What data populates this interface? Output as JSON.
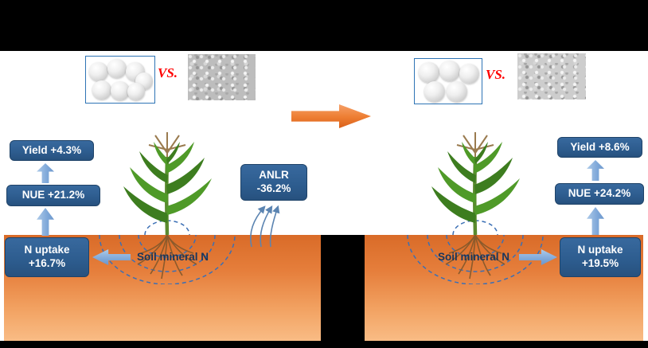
{
  "figure": {
    "left_panel": {
      "vs_label": "VS.",
      "yield_label": "Yield +4.3%",
      "nue_label": "NUE +21.2%",
      "n_uptake_line1": "N uptake",
      "n_uptake_line2": "+16.7%",
      "anlr_line1": "ANLR",
      "anlr_line2": "-36.2%",
      "soil_label": "Soil mineral N"
    },
    "right_panel": {
      "vs_label": "VS.",
      "yield_label": "Yield +8.6%",
      "nue_label": "NUE +24.2%",
      "n_uptake_line1": "N uptake",
      "n_uptake_line2": "+19.5%",
      "soil_label": "Soil mineral N"
    },
    "colors": {
      "label_box_blue": "#2d5c8e",
      "arrow_light_blue": "#7fa8d9",
      "transition_arrow_orange": "#ed7d31",
      "soil_gradient_top": "#d96b28",
      "soil_gradient_bottom": "#f9bc85",
      "vs_red": "#ff0000",
      "soil_text_blue": "#17365d",
      "root_zone_dashes": "#3b6fb5"
    }
  }
}
